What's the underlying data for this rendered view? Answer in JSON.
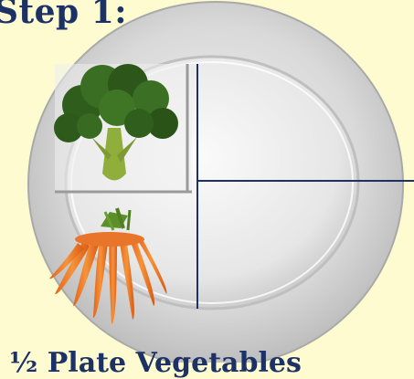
{
  "title": "Step 1:",
  "caption": "½ Plate Vegetables",
  "colors": {
    "background": "#fdfbcf",
    "text": "#1c3166",
    "divider_lines": "#1c3166",
    "plate_rim": "#d6d6d6",
    "plate_center": "#f2f2f2"
  },
  "illustration": {
    "plate": "white dinner plate divided into quarters",
    "foods": [
      "broccoli",
      "carrots"
    ]
  }
}
